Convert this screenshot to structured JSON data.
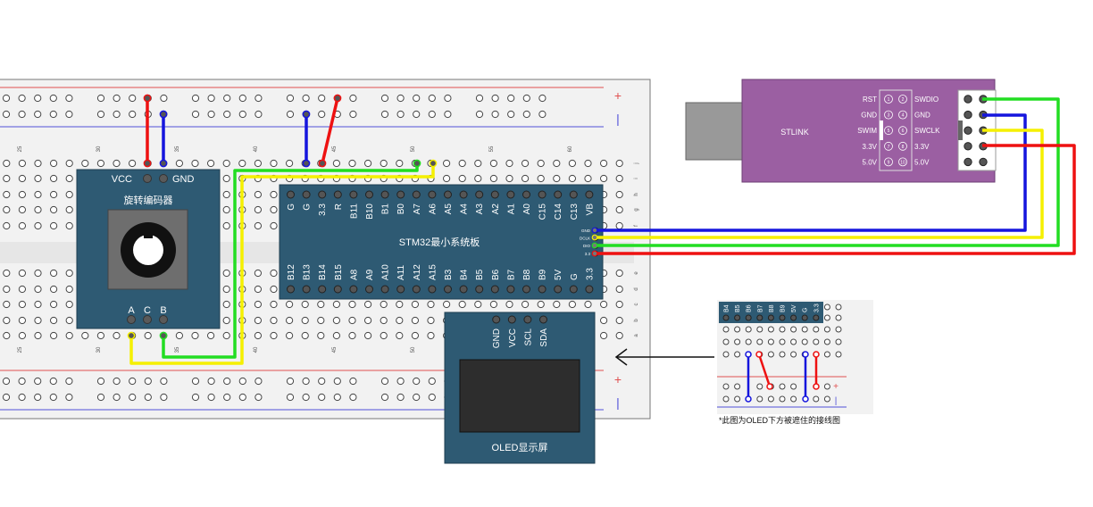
{
  "breadboard": {
    "plus_sign": "+",
    "minus_sign": "|",
    "col_numbers": [
      "25",
      "30",
      "35",
      "40",
      "45",
      "50",
      "55",
      "60"
    ],
    "row_letters_top": [
      "j",
      "i",
      "h",
      "g",
      "f"
    ],
    "row_letters_bottom": [
      "e",
      "d",
      "c",
      "b",
      "a"
    ]
  },
  "encoder": {
    "title": "旋转编码器",
    "vcc": "VCC",
    "gnd": "GND",
    "pins": [
      "A",
      "C",
      "B"
    ]
  },
  "stm32": {
    "title": "STM32最小系统板",
    "top_pins": [
      "G",
      "G",
      "3.3",
      "R",
      "B11",
      "B10",
      "B1",
      "B0",
      "A7",
      "A6",
      "A5",
      "A4",
      "A3",
      "A2",
      "A1",
      "A0",
      "C15",
      "C14",
      "C13",
      "VB"
    ],
    "bottom_pins": [
      "B12",
      "B13",
      "B14",
      "B15",
      "A8",
      "A9",
      "A10",
      "A11",
      "A12",
      "A15",
      "B3",
      "B4",
      "B5",
      "B6",
      "B7",
      "B8",
      "B9",
      "5V",
      "G",
      "3.3"
    ],
    "debug_pins": [
      "GND",
      "DCLK",
      "DIO",
      "3.3"
    ]
  },
  "oled": {
    "title": "OLED显示屏",
    "pins": [
      "GND",
      "VCC",
      "SCL",
      "SDA"
    ]
  },
  "stlink": {
    "title": "STLINK",
    "left_labels": [
      "RST",
      "GND",
      "SWIM",
      "3.3V",
      "5.0V"
    ],
    "right_labels": [
      "SWDIO",
      "GND",
      "SWCLK",
      "3.3V",
      "5.0V"
    ],
    "pin_numbers_left": [
      "1",
      "3",
      "5",
      "7",
      "9"
    ],
    "pin_numbers_right": [
      "2",
      "4",
      "6",
      "8",
      "10"
    ]
  },
  "inset": {
    "pins": [
      "B4",
      "B5",
      "B6",
      "B7",
      "B8",
      "B9",
      "5V",
      "G",
      "3.3"
    ],
    "plus_sign": "+",
    "minus_sign": "|",
    "caption": "*此图为OLED下方被遮住的接线图"
  },
  "colors": {
    "red": "#ee1111",
    "blue": "#1515dd",
    "green": "#22dd22",
    "yellow": "#f5f000",
    "board": "#2e5a73",
    "stlink": "#9b5fa2",
    "rail_red": "#e05050",
    "rail_blue": "#5050d8"
  }
}
